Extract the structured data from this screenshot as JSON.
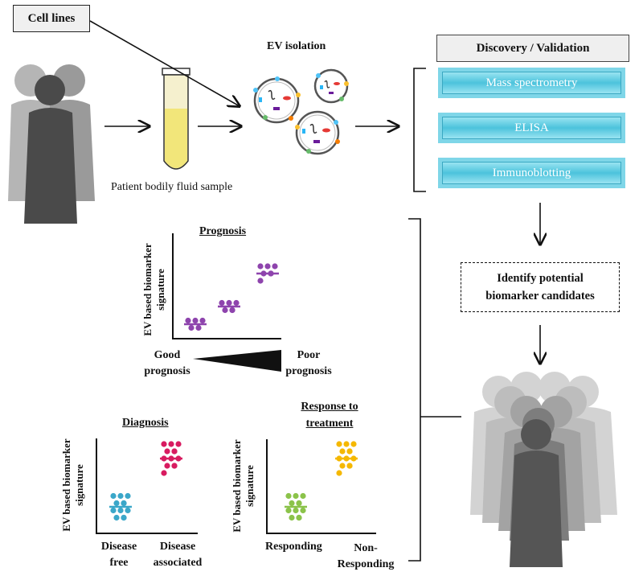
{
  "top": {
    "cell_lines": "Cell lines",
    "ev_isolation": "EV isolation",
    "patient_sample": "Patient bodily fluid sample",
    "discovery_validation": "Discovery / Validation",
    "methods": [
      "Mass spectrometry",
      "ELISA",
      "Immunoblotting"
    ],
    "identify_line1": "Identify potential",
    "identify_line2": "biomarker candidates"
  },
  "prognosis": {
    "title": "Prognosis",
    "ylabel_line1": "EV based biomarker",
    "ylabel_line2": "signature",
    "good_line1": "Good",
    "good_line2": "prognosis",
    "poor_line1": "Poor",
    "poor_line2": "prognosis",
    "color": "#8e44ad"
  },
  "diagnosis": {
    "title": "Diagnosis",
    "ylabel_line1": "EV based biomarker",
    "ylabel_line2": "signature",
    "cat1_line1": "Disease",
    "cat1_line2": "free",
    "cat2_line1": "Disease",
    "cat2_line2": "associated",
    "colors": [
      "#3ba7c9",
      "#d81b60"
    ]
  },
  "response": {
    "title_line1": "Response to",
    "title_line2": "treatment",
    "ylabel_line1": "EV based biomarker",
    "ylabel_line2": "signature",
    "cat1": "Responding",
    "cat2_line1": "Non-",
    "cat2_line2": "Responding",
    "colors": [
      "#8bc34a",
      "#f5b800"
    ]
  }
}
